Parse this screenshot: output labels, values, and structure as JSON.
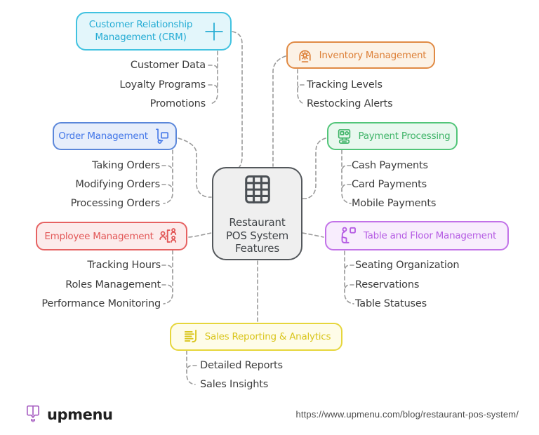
{
  "title_node": {
    "lines": [
      "Restaurant",
      "POS System",
      "Features"
    ],
    "icon": "pos-grid-icon",
    "border_color": "#54585c",
    "background": "#efefef"
  },
  "branches": [
    {
      "id": "crm",
      "label": "Customer Relationship Management (CRM)",
      "icon": "plus-icon",
      "text_color": "#25acd4",
      "border_color": "#41c2e0",
      "background": "#e3f6fb",
      "items": [
        "Customer Data",
        "Loyalty Programs",
        "Promotions"
      ]
    },
    {
      "id": "inventory",
      "label": "Inventory Management",
      "icon": "gear-dome-icon",
      "text_color": "#dd8038",
      "border_color": "#e08a44",
      "background": "#fcf2e6",
      "items": [
        "Tracking Levels",
        "Restocking Alerts"
      ]
    },
    {
      "id": "order",
      "label": "Order Management",
      "icon": "hand-truck-icon",
      "text_color": "#4377e8",
      "border_color": "#5b87da",
      "background": "#e7eefb",
      "items": [
        "Taking Orders",
        "Modifying Orders",
        "Processing Orders"
      ]
    },
    {
      "id": "payment",
      "label": "Payment Processing",
      "icon": "cash-register-icon",
      "text_color": "#3fb468",
      "border_color": "#52c579",
      "background": "#e9f8ef",
      "items": [
        "Cash Payments",
        "Card Payments",
        "Mobile Payments"
      ]
    },
    {
      "id": "employee",
      "label": "Employee Management",
      "icon": "org-chart-icon",
      "text_color": "#e25757",
      "border_color": "#e66262",
      "background": "#fcebeb",
      "items": [
        "Tracking Hours",
        "Roles Management",
        "Performance Monitoring"
      ]
    },
    {
      "id": "table_floor",
      "label": "Table and Floor Management",
      "icon": "seated-person-icon",
      "text_color": "#b55ce3",
      "border_color": "#c272e8",
      "background": "#f8edfd",
      "items": [
        "Seating Organization",
        "Reservations",
        "Table Statuses"
      ]
    },
    {
      "id": "sales",
      "label": "Sales Reporting & Analytics",
      "icon": "bar-chart-icon",
      "text_color": "#d9c51c",
      "border_color": "#e6d63c",
      "background": "#fefce8",
      "items": [
        "Detailed Reports",
        "Sales Insights"
      ]
    }
  ],
  "connector_color": "#9b9b9b",
  "footer": {
    "brand": "upmenu",
    "brand_color": "#a55bc0",
    "url": "https://www.upmenu.com/blog/restaurant-pos-system/"
  }
}
